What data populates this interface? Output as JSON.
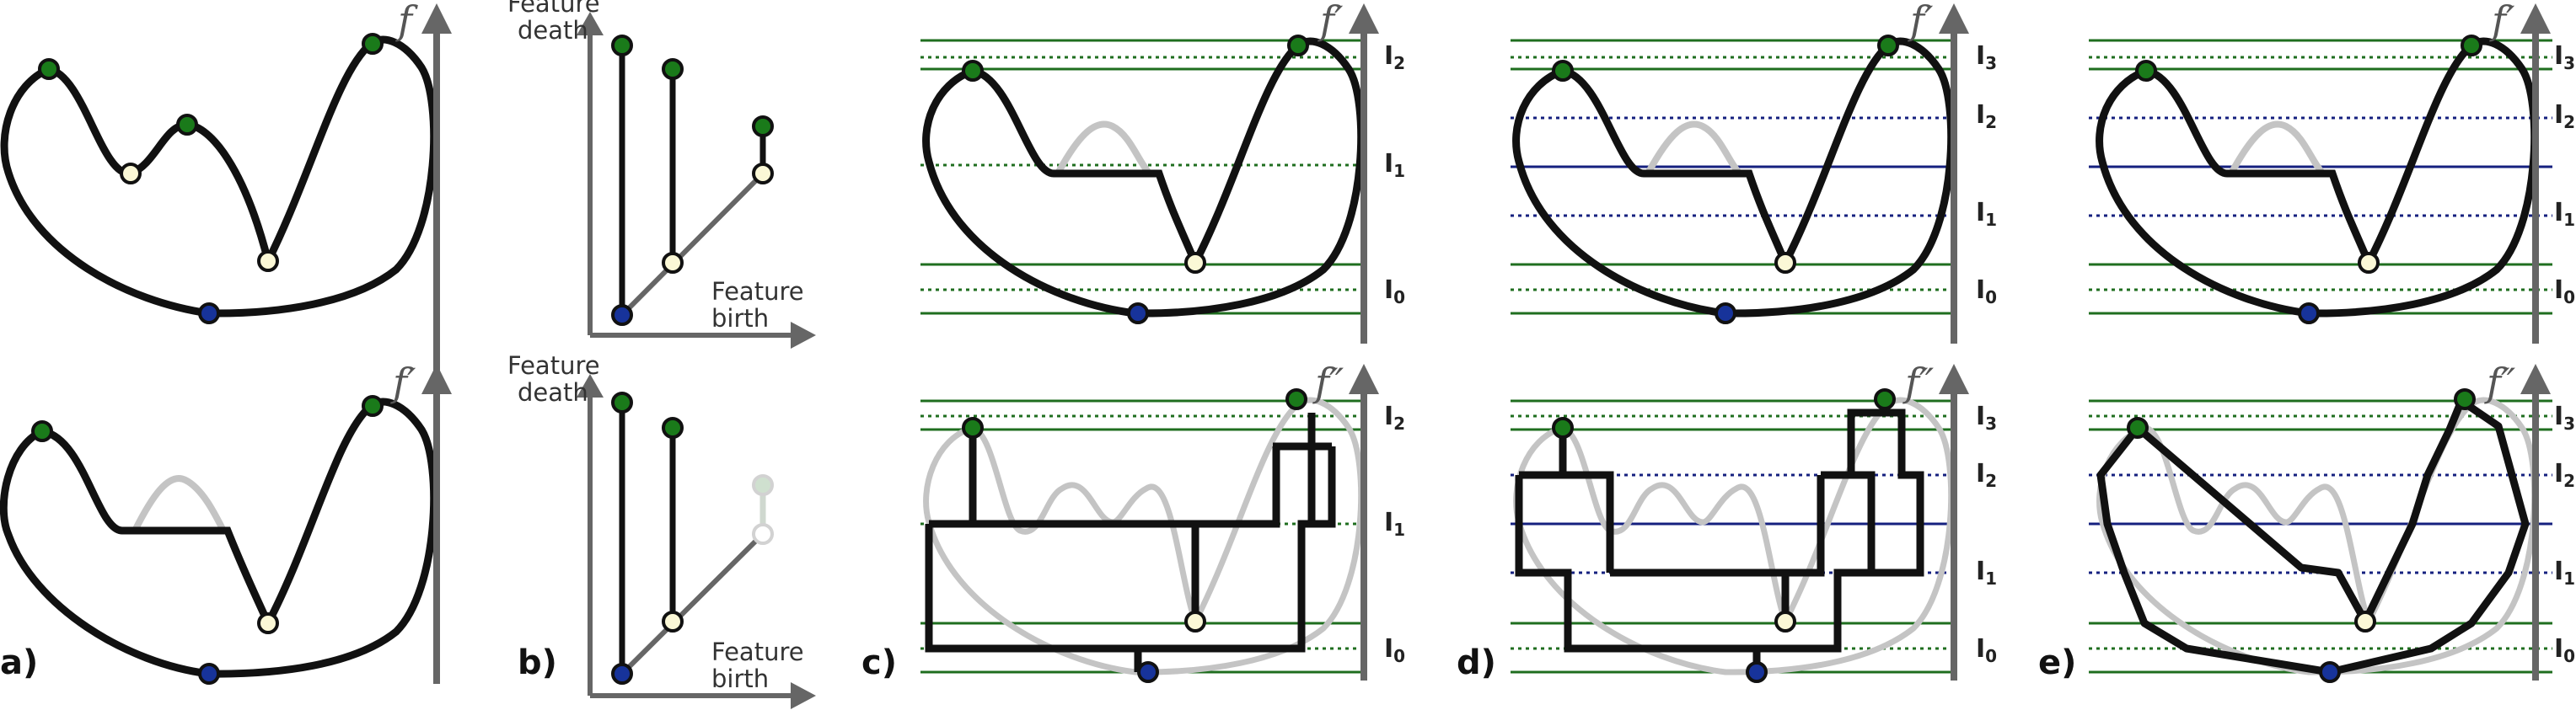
{
  "panel_labels": {
    "a": "a)",
    "b": "b)",
    "c": "c)",
    "d": "d)",
    "e": "e)"
  },
  "function_labels": {
    "f": "f",
    "f_prime": "f′",
    "f_double_prime": "f″"
  },
  "persistence_axes": {
    "y_label_line1": "Feature",
    "y_label_line2": "death",
    "x_label_line1": "Feature",
    "x_label_line2": "birth"
  },
  "intervals": {
    "I0": "0",
    "I1": "1",
    "I2": "2",
    "I3": "3",
    "prefix": "I"
  },
  "colors": {
    "curve": "#111111",
    "ghost_curve": "#c4c4c4",
    "level_green": "#1f6e1f",
    "level_blue": "#15207f",
    "max_node": "#1a7a1a",
    "saddle_node": "#fbf8d6",
    "min_node": "#17339a",
    "axis": "#666666"
  }
}
